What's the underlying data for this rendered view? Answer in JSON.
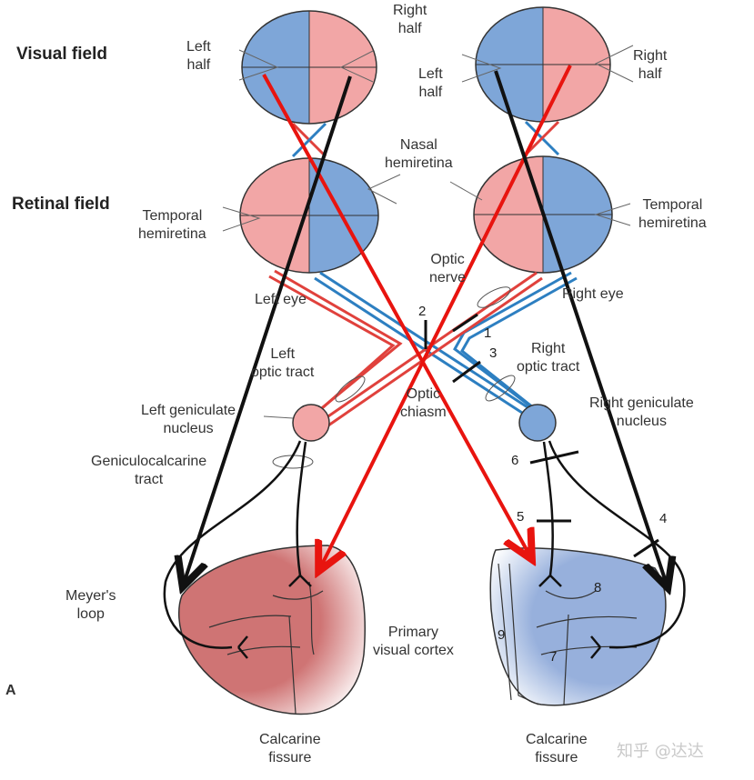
{
  "headings": {
    "visual_field": "Visual field",
    "retinal_field": "Retinal field"
  },
  "labels": {
    "left_half_1": "Left\nhalf",
    "right_half_1": "Right\nhalf",
    "left_half_2": "Left\nhalf",
    "right_half_2": "Right\nhalf",
    "nasal_hemiretina": "Nasal\nhemiretina",
    "temporal_left": "Temporal\nhemiretina",
    "temporal_right": "Temporal\nhemiretina",
    "optic_nerve": "Optic\nnerve",
    "left_eye": "Left eye",
    "right_eye": "Right eye",
    "left_optic_tract": "Left\noptic tract",
    "right_optic_tract": "Right\noptic tract",
    "optic_chiasm": "Optic\nchiasm",
    "left_geniculate": "Left geniculate\nnucleus",
    "right_geniculate": "Right geniculate\nnucleus",
    "geniculocalcarine": "Geniculocalcarine\ntract",
    "meyers_loop": "Meyer's\nloop",
    "primary_visual_cortex": "Primary\nvisual cortex",
    "calcarine_left": "Calcarine\nfissure",
    "calcarine_right": "Calcarine\nfissure",
    "panel": "A"
  },
  "lesion_numbers": [
    "1",
    "2",
    "3",
    "4",
    "5",
    "6",
    "7",
    "8",
    "9"
  ],
  "watermark": "知乎 @达达",
  "colors": {
    "blue_field": "#7ea6d8",
    "pink_field": "#f2a6a6",
    "blue_tract": "#2d7fc1",
    "red_tract": "#e0413c",
    "red_arrow": "#e8140f",
    "black_arrow": "#111111",
    "left_cortex": "#cf7474",
    "right_cortex": "#97b0dc"
  }
}
